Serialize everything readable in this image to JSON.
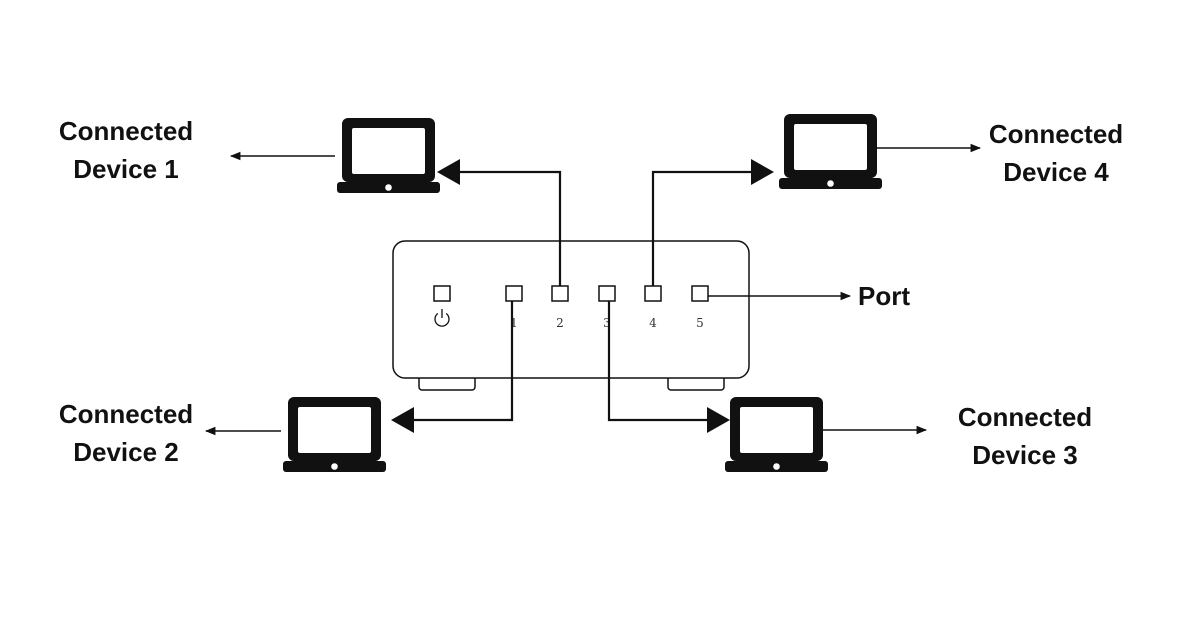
{
  "devices": [
    {
      "line1": "Connected",
      "line2": "Device 1"
    },
    {
      "line1": "Connected",
      "line2": "Device 2"
    },
    {
      "line1": "Connected",
      "line2": "Device 3"
    },
    {
      "line1": "Connected",
      "line2": "Device 4"
    }
  ],
  "port_label": "Port",
  "switch": {
    "ports": [
      "1",
      "2",
      "3",
      "4",
      "5"
    ]
  },
  "icons": {
    "power": "power-icon",
    "device": "laptop-icon"
  },
  "colors": {
    "stroke": "#111111",
    "background": "#ffffff"
  }
}
